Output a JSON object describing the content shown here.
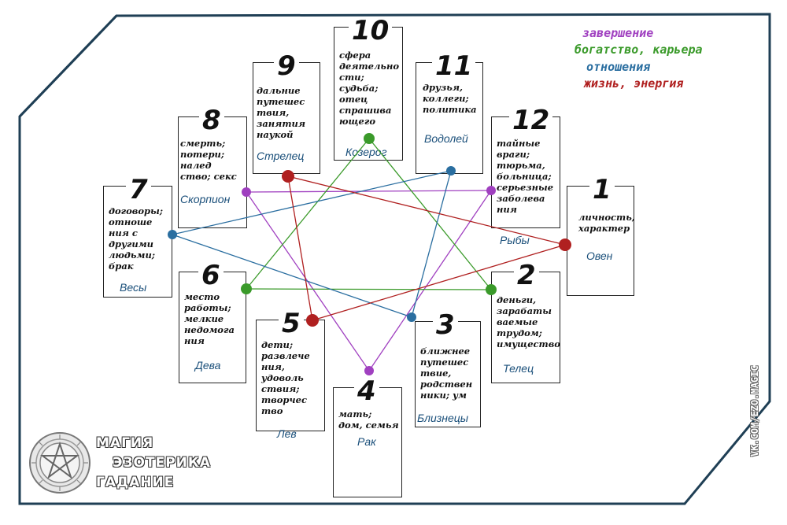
{
  "legend": [
    {
      "text": "завершение",
      "color": "#a040c0"
    },
    {
      "text": "богатство, карьера",
      "color": "#3a9a2a"
    },
    {
      "text": "отношения",
      "color": "#2a6ea0"
    },
    {
      "text": "жизнь, энергия",
      "color": "#b02020"
    }
  ],
  "houses": [
    {
      "num": "1",
      "desc": "личность,\nхарактер",
      "sign": "Овен"
    },
    {
      "num": "2",
      "desc": "деньги,\nзарабаты\nваемые\nтрудом;\nимущество",
      "sign": "Телец"
    },
    {
      "num": "3",
      "desc": "ближнее\nпутешес\nтвие,\nродствен\nники; ум",
      "sign": "Близнецы"
    },
    {
      "num": "4",
      "desc": "мать;\nдом, семья",
      "sign": "Рак"
    },
    {
      "num": "5",
      "desc": "дети;\nразвлече\nния,\nудоволь\nствия;\nтворчес\nтво",
      "sign": "Лев"
    },
    {
      "num": "6",
      "desc": "место\nработы;\nмелкие\nнедомога\nния",
      "sign": "Дева"
    },
    {
      "num": "7",
      "desc": "договоры;\nотноше\nния с\nдругими\nлюдьми;\nбрак",
      "sign": "Весы"
    },
    {
      "num": "8",
      "desc": "смерть;\nпотери;\nналед\nство; секс",
      "sign": "Скорпион"
    },
    {
      "num": "9",
      "desc": "дальние\nпутешес\nтвия,\nзанятия\nнаукой",
      "sign": "Стрелец"
    },
    {
      "num": "10",
      "desc": "сфера\nдеятельно\nсти;\nсудьба;\nотец\nспрашива\nющего",
      "sign": "Козерог"
    },
    {
      "num": "11",
      "desc": "друзья,\nколлеги;\nполитика",
      "sign": "Водолей"
    },
    {
      "num": "12",
      "desc": "тайные\nвраги;\nтюрьма,\nбольница;\nсерьезные\nзаболева\nния",
      "sign": "Рыбы"
    }
  ],
  "connections": {
    "purple": [
      4,
      8,
      12
    ],
    "green": [
      2,
      6,
      10
    ],
    "blue": [
      3,
      7,
      11
    ],
    "red": [
      1,
      5,
      9
    ]
  },
  "colors": {
    "purple": "#a040c0",
    "green": "#3a9a2a",
    "blue": "#2a6ea0",
    "red": "#b02020",
    "frame": "#1f3f55"
  },
  "logo": {
    "lines": [
      "МАГИЯ",
      "ЭЗОТЕРИКА",
      "ГАДАНИЕ"
    ]
  },
  "watermark": "VK.COM/EZO.MAGIC"
}
